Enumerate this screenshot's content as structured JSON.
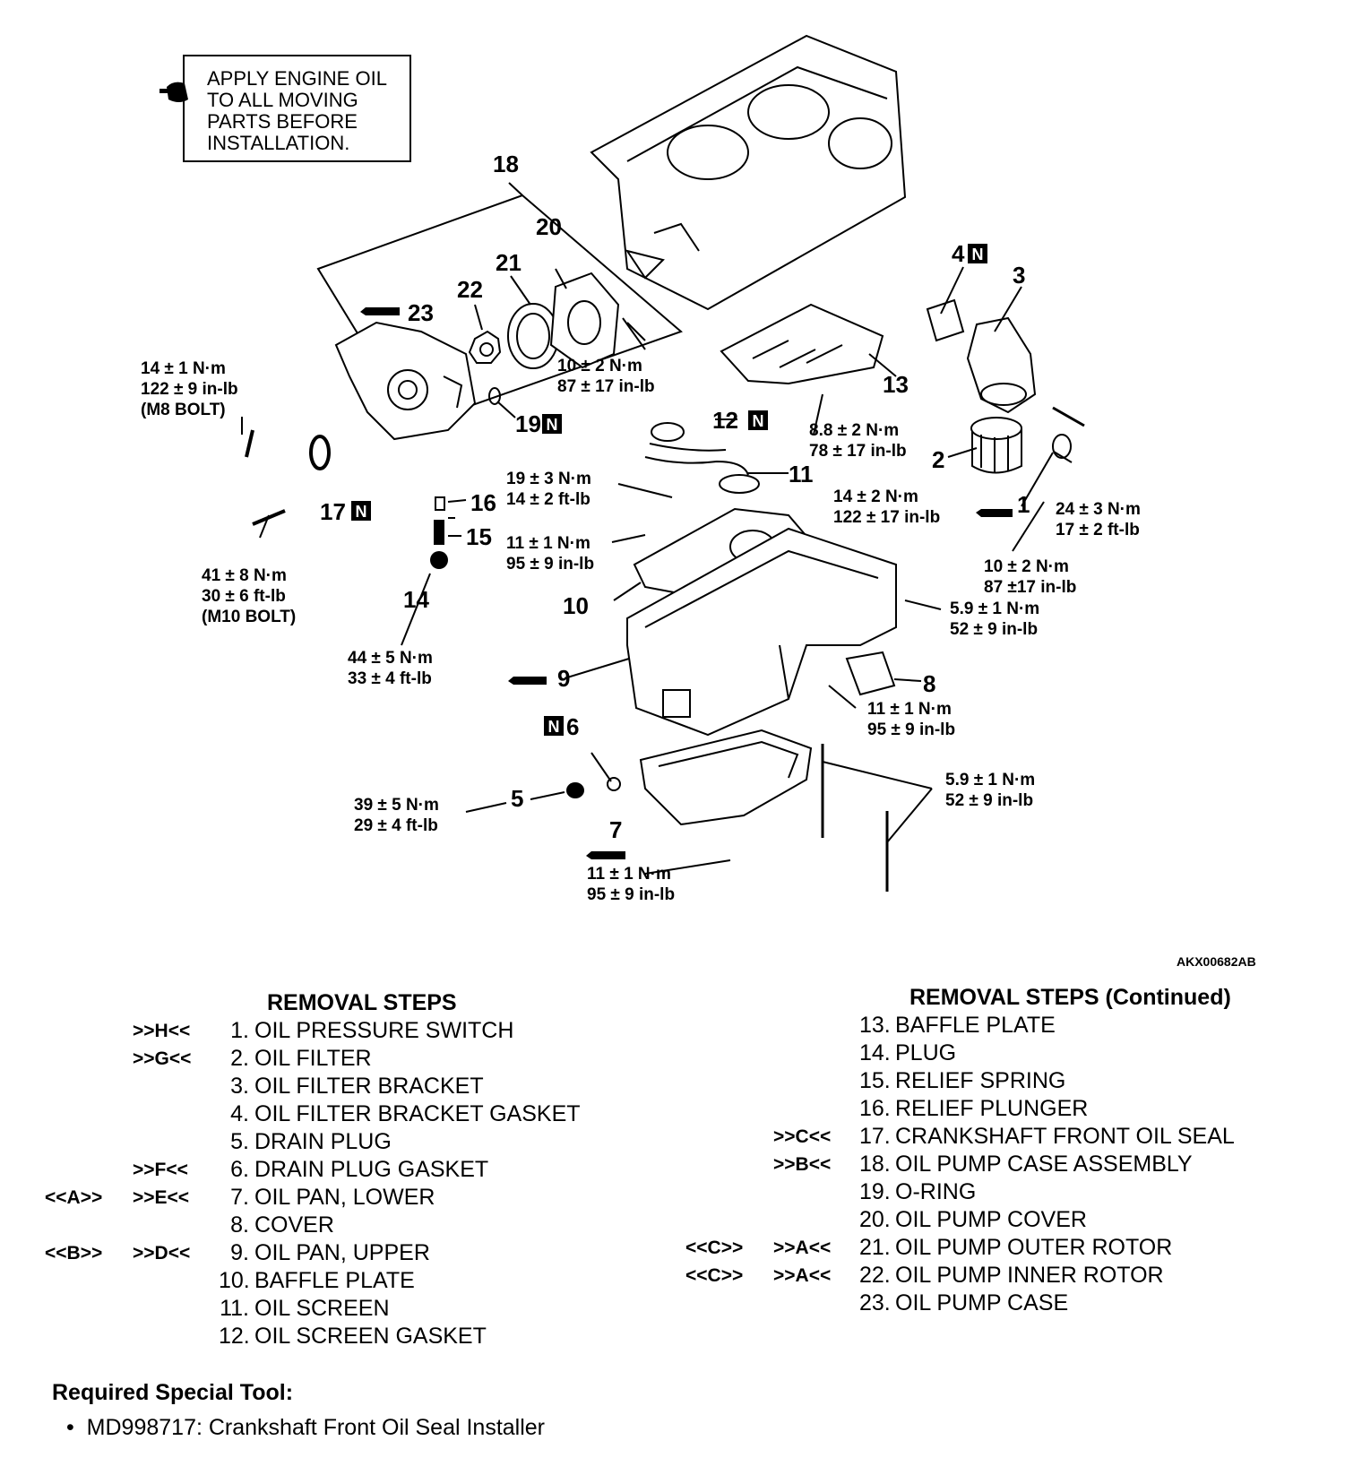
{
  "note": {
    "lines": [
      "APPLY ENGINE OIL",
      "TO ALL MOVING",
      "PARTS BEFORE",
      "INSTALLATION."
    ]
  },
  "figure_id": "AKX00682AB",
  "callouts": {
    "c1": "1",
    "c2": "2",
    "c3": "3",
    "c4": "4",
    "c5": "5",
    "c6": "6",
    "c7": "7",
    "c8": "8",
    "c9": "9",
    "c10": "10",
    "c11": "11",
    "c12": "12",
    "c13": "13",
    "c14": "14",
    "c15": "15",
    "c16": "16",
    "c17": "17",
    "c18": "18",
    "c19": "19",
    "c20": "20",
    "c21": "21",
    "c22": "22",
    "c23": "23",
    "n_badge": "N"
  },
  "torques": {
    "t_m8": [
      "14 ± 1 N·m",
      "122 ± 9 in-lb",
      "(M8 BOLT)"
    ],
    "t_m10": [
      "41 ± 8 N·m",
      "30 ± 6 ft-lb",
      "(M10 BOLT)"
    ],
    "t_cover": [
      "10 ± 2 N·m",
      "87 ± 17 in-lb"
    ],
    "t_baffle13": [
      "8.8 ± 2 N·m",
      "78 ± 17 in-lb"
    ],
    "t_screen": [
      "19 ± 3 N·m",
      "14 ± 2 ft-lb"
    ],
    "t_filter": [
      "14 ± 2 N·m",
      "122 ± 17 in-lb"
    ],
    "t_bracket": [
      "24 ± 3 N·m",
      "17 ± 2 ft-lb"
    ],
    "t_switch": [
      "10 ± 2 N·m",
      "87 ±17 in-lb"
    ],
    "t_baffle10": [
      "11 ± 1 N·m",
      "95 ± 9 in-lb"
    ],
    "t_upper_side": [
      "5.9 ± 1 N·m",
      "52 ± 9 in-lb"
    ],
    "t_plug14": [
      "44 ± 5 N·m",
      "33 ± 4 ft-lb"
    ],
    "t_cover8": [
      "11 ± 1 N·m",
      "95 ± 9 in-lb"
    ],
    "t_lower_bolts": [
      "5.9 ± 1 N·m",
      "52 ± 9 in-lb"
    ],
    "t_drain": [
      "39 ± 5 N·m",
      "29 ± 4 ft-lb"
    ],
    "t_lower7": [
      "11 ± 1 N·m",
      "95 ± 9 in-lb"
    ]
  },
  "removal_steps": {
    "heading": "REMOVAL STEPS",
    "items": [
      {
        "inst": "",
        "rem": ">>H<<",
        "num": "1.",
        "label": "OIL PRESSURE SWITCH"
      },
      {
        "inst": "",
        "rem": ">>G<<",
        "num": "2.",
        "label": "OIL FILTER"
      },
      {
        "inst": "",
        "rem": "",
        "num": "3.",
        "label": "OIL FILTER BRACKET"
      },
      {
        "inst": "",
        "rem": "",
        "num": "4.",
        "label": "OIL FILTER BRACKET GASKET"
      },
      {
        "inst": "",
        "rem": "",
        "num": "5.",
        "label": "DRAIN PLUG"
      },
      {
        "inst": "",
        "rem": ">>F<<",
        "num": "6.",
        "label": "DRAIN PLUG GASKET"
      },
      {
        "inst": "<<A>>",
        "rem": ">>E<<",
        "num": "7.",
        "label": "OIL PAN, LOWER"
      },
      {
        "inst": "",
        "rem": "",
        "num": "8.",
        "label": "COVER"
      },
      {
        "inst": "<<B>>",
        "rem": ">>D<<",
        "num": "9.",
        "label": "OIL PAN, UPPER"
      },
      {
        "inst": "",
        "rem": "",
        "num": "10.",
        "label": "BAFFLE PLATE"
      },
      {
        "inst": "",
        "rem": "",
        "num": "11.",
        "label": "OIL SCREEN"
      },
      {
        "inst": "",
        "rem": "",
        "num": "12.",
        "label": "OIL SCREEN GASKET"
      }
    ]
  },
  "removal_steps_cont": {
    "heading": "REMOVAL STEPS (Continued)",
    "items": [
      {
        "inst": "",
        "rem": "",
        "num": "13.",
        "label": "BAFFLE PLATE"
      },
      {
        "inst": "",
        "rem": "",
        "num": "14.",
        "label": "PLUG"
      },
      {
        "inst": "",
        "rem": "",
        "num": "15.",
        "label": "RELIEF SPRING"
      },
      {
        "inst": "",
        "rem": "",
        "num": "16.",
        "label": "RELIEF PLUNGER"
      },
      {
        "inst": "",
        "rem": ">>C<<",
        "num": "17.",
        "label": "CRANKSHAFT FRONT OIL SEAL"
      },
      {
        "inst": "",
        "rem": ">>B<<",
        "num": "18.",
        "label": "OIL PUMP CASE ASSEMBLY"
      },
      {
        "inst": "",
        "rem": "",
        "num": "19.",
        "label": "O-RING"
      },
      {
        "inst": "",
        "rem": "",
        "num": "20.",
        "label": "OIL PUMP COVER"
      },
      {
        "inst": "<<C>>",
        "rem": ">>A<<",
        "num": "21.",
        "label": "OIL PUMP OUTER ROTOR"
      },
      {
        "inst": "<<C>>",
        "rem": ">>A<<",
        "num": "22.",
        "label": "OIL PUMP INNER ROTOR"
      },
      {
        "inst": "",
        "rem": "",
        "num": "23.",
        "label": "OIL PUMP CASE"
      }
    ]
  },
  "special_tool": {
    "title": "Required Special Tool:",
    "item": "MD998717: Crankshaft Front Oil Seal Installer",
    "bullet": "•"
  }
}
